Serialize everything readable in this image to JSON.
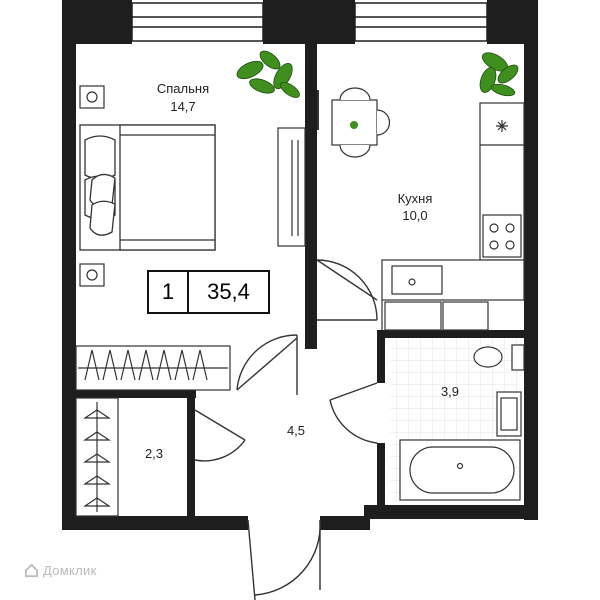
{
  "rooms": {
    "bedroom": {
      "name": "Спальня",
      "area": "14,7"
    },
    "kitchen": {
      "name": "Кухня",
      "area": "10,0"
    },
    "bathroom": {
      "area": "3,9"
    },
    "hallway": {
      "area": "4,5"
    },
    "closet": {
      "area": "2,3"
    }
  },
  "summary": {
    "room_count": "1",
    "total_area": "35,4"
  },
  "watermark": {
    "text": "Домклик",
    "icon": "house-logo-icon"
  },
  "colors": {
    "wall": "#1e1e1e",
    "line": "#333333",
    "plant": "#3f8f1f",
    "tile": "#e6e6e6"
  }
}
